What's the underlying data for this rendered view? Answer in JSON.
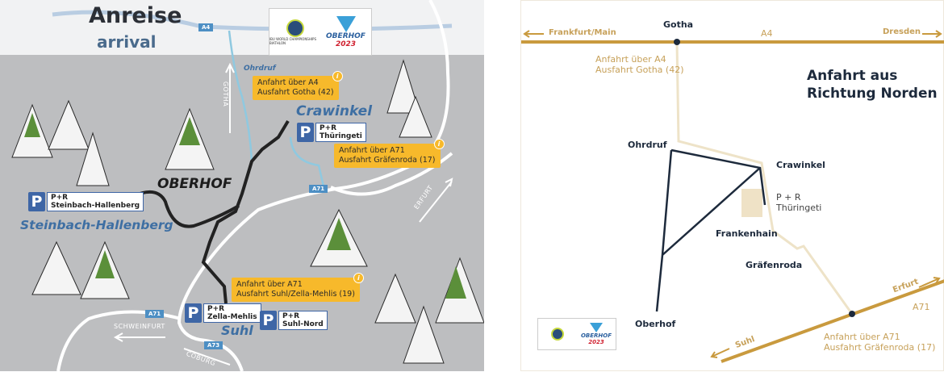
{
  "left_map": {
    "title": "Anreise",
    "subtitle": "arrival",
    "logo": {
      "wc_text": "IBU WORLD CHAMPIONSHIPS BIATHLON",
      "event": "OBERHOF",
      "year": "2023"
    },
    "road_signs": {
      "a4": "A4",
      "a71_top": "A71",
      "a71_left": "A71",
      "a73": "A73"
    },
    "directions": {
      "gotha": "GOTHA",
      "erfurt": "ERFURT",
      "schweinfurt": "SCHWEINFURT",
      "coburg": "COBURG"
    },
    "towns": {
      "ohrdruf": "Ohrdruf",
      "crawinkel": "Crawinkel",
      "oberhof": "OBERHOF",
      "steinbach": "Steinbach-Hallenberg",
      "suhl": "Suhl"
    },
    "info_boxes": [
      {
        "line1": "Anfahrt über A4",
        "line2": "Ausfahrt Gotha (42)",
        "icon": "info-icon"
      },
      {
        "line1": "Anfahrt über A71",
        "line2": "Ausfahrt Gräfenroda (17)",
        "icon": "info-icon"
      },
      {
        "line1": "Anfahrt über A71",
        "line2": "Ausfahrt Suhl/Zella-Mehlis (19)",
        "icon": "info-icon"
      }
    ],
    "parking": [
      {
        "symbol": "P",
        "line1": "P+R",
        "line2": "Thüringeti"
      },
      {
        "symbol": "P",
        "line1": "P+R",
        "line2": "Steinbach-Hallenberg"
      },
      {
        "symbol": "P",
        "line1": "P+R",
        "line2": "Zella-Mehlis"
      },
      {
        "symbol": "P",
        "line1": "P+R",
        "line2": "Suhl-Nord"
      }
    ],
    "info_symbol": "i",
    "colors": {
      "background": "#bdbec0",
      "info": "#f7b92b",
      "parking": "#3e66a6",
      "town": "#3e6fa3"
    }
  },
  "right_map": {
    "title_line1": "Anfahrt aus",
    "title_line2": "Richtung Norden",
    "a4": {
      "label": "A4",
      "west": "Frankfurt/Main",
      "east": "Dresden"
    },
    "a71": {
      "label": "A71",
      "northeast": "Erfurt",
      "southwest": "Suhl"
    },
    "towns": {
      "gotha": "Gotha",
      "ohrdruf": "Ohrdruf",
      "crawinkel": "Crawinkel",
      "frankenhain": "Frankenhain",
      "graefenroda": "Gräfenroda",
      "oberhof": "Oberhof"
    },
    "parking": {
      "line1": "P + R",
      "line2": "Thüringeti"
    },
    "exit_a4": {
      "line1": "Anfahrt über A4",
      "line2": "Ausfahrt Gotha (42)"
    },
    "exit_a71": {
      "line1": "Anfahrt über A71",
      "line2": "Ausfahrt Gräfenroda (17)"
    },
    "logo": {
      "event": "OBERHOF",
      "year": "2023"
    },
    "colors": {
      "highway": "#c99a3e",
      "route": "#eee3c8",
      "road": "#1d2a3c"
    }
  }
}
